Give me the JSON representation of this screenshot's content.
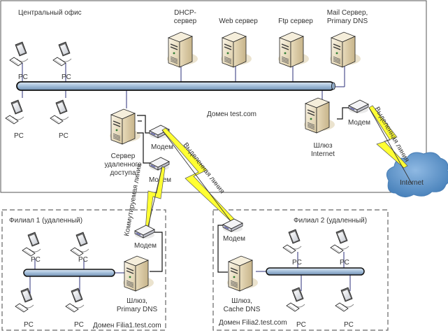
{
  "central": {
    "title": "Центральный офис",
    "domain": "Домен test.com",
    "pc_label": "PC",
    "servers": [
      {
        "label_lines": [
          "DHCP-",
          "сервер"
        ]
      },
      {
        "label_lines": [
          "Web сервер"
        ]
      },
      {
        "label_lines": [
          "Ftp сервер"
        ]
      },
      {
        "label_lines": [
          "Mail Сервер,",
          "Primary DNS"
        ]
      }
    ],
    "remote_access_server": {
      "label_lines": [
        "Сервер",
        "удаленного",
        "доступа"
      ]
    },
    "gateway": {
      "label_lines": [
        "Шлюз",
        "Internet"
      ]
    },
    "modem_label": "Модем"
  },
  "links": {
    "leased_line": "Выделенная линия",
    "dialup_line": "Коммутируемая линия"
  },
  "internet": {
    "label": "Internet"
  },
  "branch1": {
    "title": "Филиал 1 (удаленный)",
    "domain": "Домен Filia1.test.com",
    "gateway_lines": [
      "Шлюз,",
      "Primary DNS"
    ],
    "modem_label": "Модем",
    "pc_label": "PC"
  },
  "branch2": {
    "title": "Филиал 2 (удаленный)",
    "domain": "Домен Filia2.test.com",
    "gateway_lines": [
      "Шлюз,",
      "Cache DNS"
    ],
    "modem_label": "Модем",
    "pc_label": "PC"
  },
  "colors": {
    "bus_fill": "#a9c3dd",
    "cable": "#2b2f7a",
    "lightning": "#ffff33",
    "cloud": "#5b93c8",
    "server_body": "#efe3c6",
    "border": "#555555"
  }
}
